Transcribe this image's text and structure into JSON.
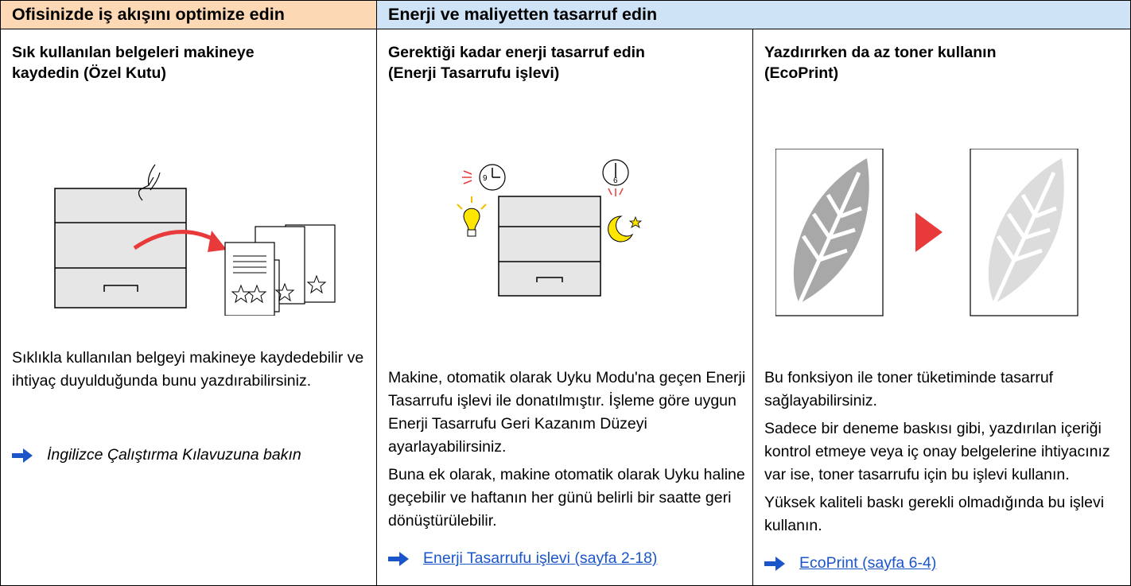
{
  "header": {
    "left": "Ofisinizde iş akışını optimize edin",
    "right": "Enerji ve maliyetten tasarruf edin"
  },
  "columns": [
    {
      "title": "Sık kullanılan belgeleri makineye\nkaydedin (Özel Kutu)",
      "paragraphs": [
        "Sıklıkla kullanılan belgeyi makineye kaydedebilir ve ihtiyaç duyulduğunda bunu yazdırabilirsiniz."
      ],
      "reference": "İngilizce Çalıştırma Kılavuzuna bakın"
    },
    {
      "title": "Gerektiği kadar enerji tasarruf edin\n(Enerji Tasarrufu işlevi)",
      "clock_left": "9",
      "clock_right": "6",
      "paragraphs": [
        "Makine, otomatik olarak Uyku Modu'na geçen Enerji Tasarrufu işlevi ile donatılmıştır. İşleme göre uygun Enerji Tasarrufu Geri Kazanım Düzeyi ayarlayabilirsiniz.",
        "Buna ek olarak, makine otomatik olarak Uyku haline geçebilir ve haftanın her günü belirli bir saatte geri dönüştürülebilir."
      ],
      "link": "Enerji Tasarrufu işlevi (sayfa 2-18)"
    },
    {
      "title": "Yazdırırken da az toner kullanın\n(EcoPrint)",
      "paragraphs": [
        "Bu fonksiyon ile toner tüketiminde tasarruf sağlayabilirsiniz.",
        "Sadece bir deneme baskısı gibi, yazdırılan içeriği kontrol etmeye veya iç onay belgelerine ihtiyacınız var ise, toner tasarrufu için bu işlevi kullanın.",
        "Yüksek kaliteli baskı gerekli olmadığında bu işlevi kullanın."
      ],
      "link": "EcoPrint (sayfa 6-4)"
    }
  ],
  "colors": {
    "header_left_bg": "#fcd8b4",
    "header_right_bg": "#cfe3f7",
    "link": "#1a55c9",
    "arrow": "#1a55c9",
    "accent_red": "#e83a3a"
  }
}
